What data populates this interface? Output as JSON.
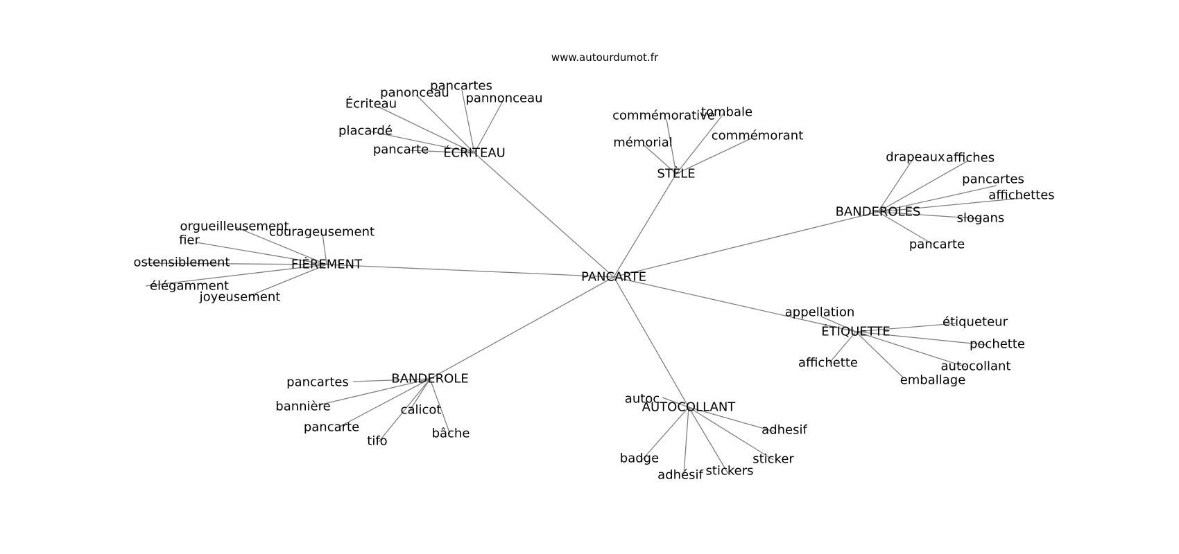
{
  "site": "www.autourdumot.fr",
  "center": "PANCARTE",
  "clusters": [
    {
      "hub": "ÉCRITEAU",
      "leaves": [
        "pancartes",
        "panonceau",
        "pannonceau",
        "Écriteau",
        "placardé",
        "pancarte"
      ]
    },
    {
      "hub": "STÈLE",
      "leaves": [
        "commémorative",
        "tombale",
        "commémorant",
        "mémorial"
      ]
    },
    {
      "hub": "BANDEROLES",
      "leaves": [
        "drapeaux",
        "affiches",
        "pancartes",
        "affichettes",
        "slogans",
        "pancarte"
      ]
    },
    {
      "hub": "FIÈREMENT",
      "leaves": [
        "orgueilleusement",
        "courageusement",
        "fier",
        "ostensiblement",
        "élégamment",
        "joyeusement"
      ]
    },
    {
      "hub": "ÉTIQUETTE",
      "leaves": [
        "appellation",
        "étiqueteur",
        "pochette",
        "autocollant",
        "emballage",
        "affichette"
      ]
    },
    {
      "hub": "BANDEROLE",
      "leaves": [
        "pancartes",
        "bannière",
        "pancarte",
        "calicot",
        "tifo",
        "bâche"
      ]
    },
    {
      "hub": "AUTOCOLLANT",
      "leaves": [
        "autoc",
        "adhesif",
        "sticker",
        "stickers",
        "adhésif",
        "badge"
      ]
    }
  ]
}
